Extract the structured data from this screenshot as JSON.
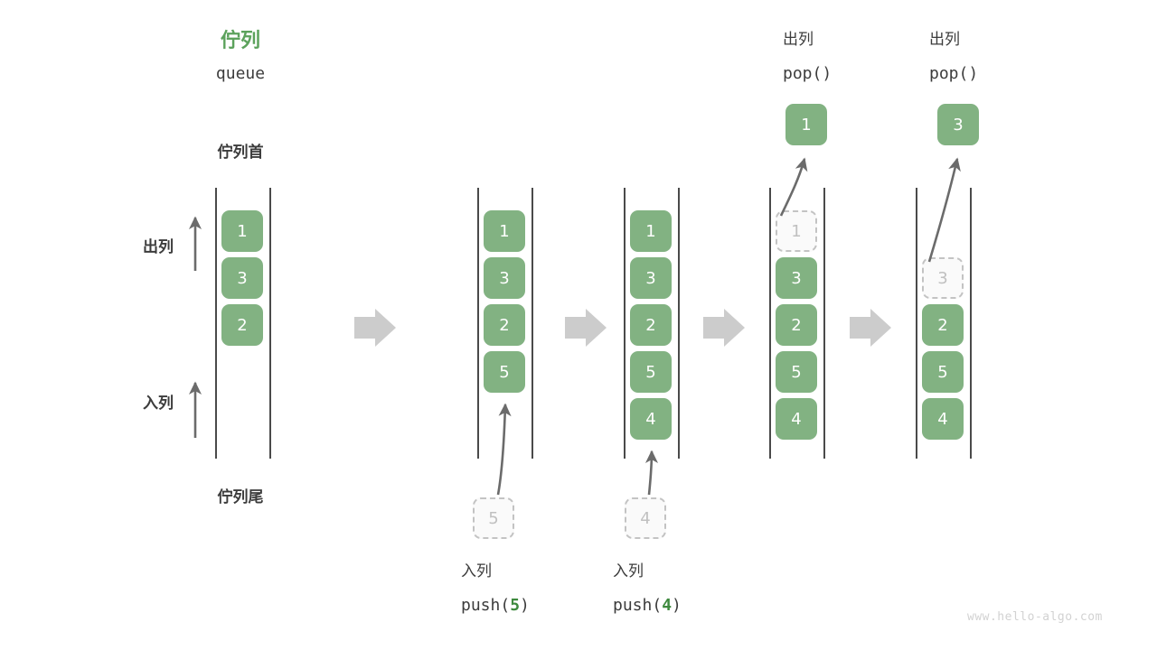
{
  "diagram": {
    "title_cn": "佇列",
    "title_en": "queue",
    "head_label": "佇列首",
    "tail_label": "佇列尾",
    "dequeue_label": "出列",
    "enqueue_label": "入列",
    "watermark": "www.hello-algo.com",
    "colors": {
      "node_fill": "#82b282",
      "node_text": "#ffffff",
      "ghost_fill": "#fafafa",
      "ghost_border": "#c3c3c3",
      "ghost_text": "#c0c0c0",
      "rail": "#4a4a4a",
      "arrow": "#6b6b6b",
      "step_arrow": "#cccccc",
      "accent": "#5ca25c",
      "code_number": "#3e8a3e",
      "text": "#3c3c3c",
      "watermark": "#d2d2d2"
    }
  },
  "states": [
    {
      "name": "initial",
      "items": [
        "1",
        "3",
        "2"
      ],
      "ghost": null
    },
    {
      "name": "after-push-5",
      "items": [
        "1",
        "3",
        "2",
        "5"
      ],
      "ghost": null
    },
    {
      "name": "after-push-4",
      "items": [
        "1",
        "3",
        "2",
        "5",
        "4"
      ],
      "ghost": null
    },
    {
      "name": "after-pop-1",
      "items": [
        "3",
        "2",
        "5",
        "4"
      ],
      "ghost": "1"
    },
    {
      "name": "after-pop-3",
      "items": [
        "2",
        "5",
        "4"
      ],
      "ghost": "3"
    }
  ],
  "operations": {
    "push_5": {
      "cn": "入列",
      "code_prefix": "push(",
      "code_value": "5",
      "code_suffix": ")",
      "incoming_node": "5"
    },
    "push_4": {
      "cn": "入列",
      "code_prefix": "push(",
      "code_value": "4",
      "code_suffix": ")",
      "incoming_node": "4"
    },
    "pop_1": {
      "cn": "出列",
      "code_prefix": "pop(",
      "code_value": "",
      "code_suffix": ")",
      "outgoing_node": "1"
    },
    "pop_2": {
      "cn": "出列",
      "code_prefix": "pop(",
      "code_value": "",
      "code_suffix": ")",
      "outgoing_node": "3"
    }
  }
}
